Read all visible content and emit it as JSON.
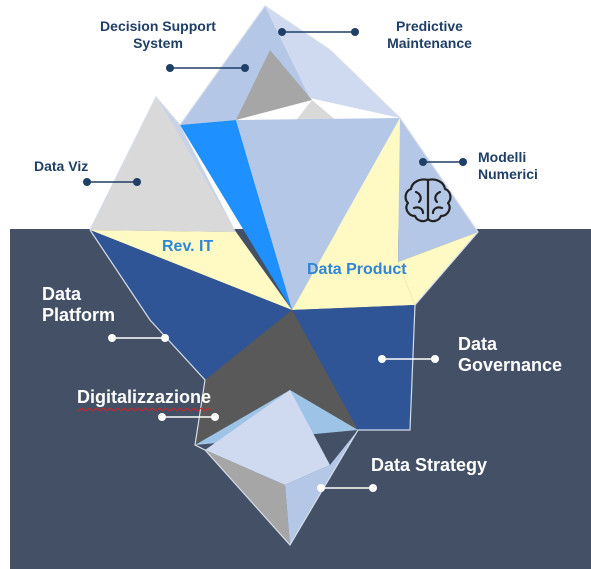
{
  "labels": {
    "decision_support_system": "Decision Support\nSystem",
    "predictive_maintenance": "Predictive\nMaintenance",
    "data_viz": "Data Viz",
    "modelli_numerici": "Modelli\nNumerici",
    "rev_it": "Rev. IT",
    "data_product": "Data Product",
    "data_platform": "Data\nPlatform",
    "data_governance": "Data\nGovernance",
    "digitalizzazione": "Digitalizzazione",
    "data_strategy": "Data Strategy"
  },
  "icons": {
    "brain": "brain-icon"
  },
  "colors": {
    "sea": "#435066",
    "label_dark": "#1f3f66",
    "label_blue": "#2e86d6",
    "bright_blue": "#1e90ff",
    "light_blue": "#b4c7e7",
    "pale_yellow": "#fff9c4",
    "light_gray": "#d9d9d9",
    "mid_gray": "#a6a6a6",
    "navy": "#2f5597",
    "dark_gray": "#595959"
  }
}
